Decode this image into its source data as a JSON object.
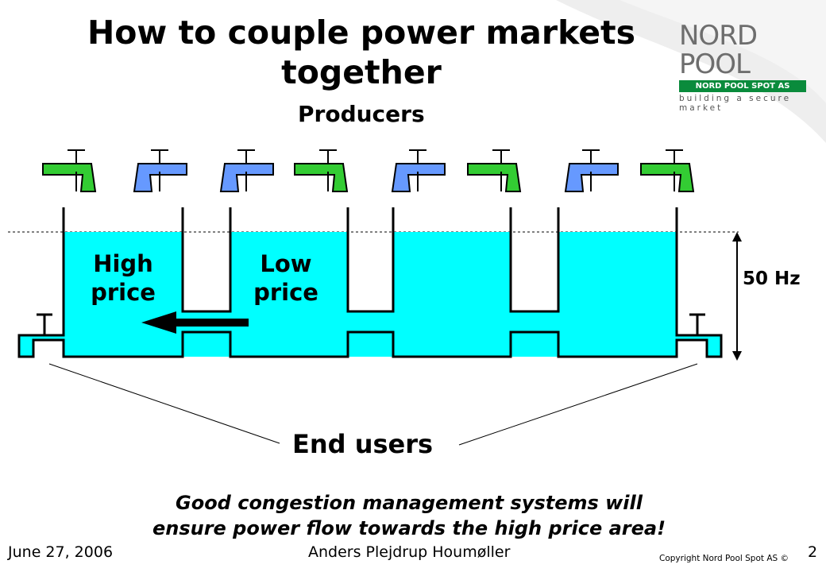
{
  "title": "How to couple power markets together",
  "logo": {
    "wordmark": "NORD POOL",
    "bar_text": "NORD POOL SPOT AS",
    "tagline": "building a secure market"
  },
  "producers_label": "Producers",
  "areas": [
    {
      "label_line1": "High",
      "label_line2": "price"
    },
    {
      "label_line1": "Low",
      "label_line2": "price"
    }
  ],
  "frequency_label": "50 Hz",
  "end_users_label": "End users",
  "note_line1": "Good congestion management systems will",
  "note_line2": "ensure power flow towards the high price area!",
  "footer": {
    "date": "June 27, 2006",
    "author": "Anders Plejdrup Houmøller",
    "copyright": "Copyright Nord Pool Spot AS ©",
    "page": "2"
  },
  "colors": {
    "water": "#00ffff",
    "tap_green": "#33cc33",
    "tap_blue": "#6699ff",
    "logo_green": "#0a8b3c"
  },
  "taps": [
    "green",
    "blue",
    "blue",
    "green",
    "blue",
    "green",
    "blue",
    "green"
  ],
  "icons": [
    "arrow-left-icon",
    "tap-icon"
  ]
}
